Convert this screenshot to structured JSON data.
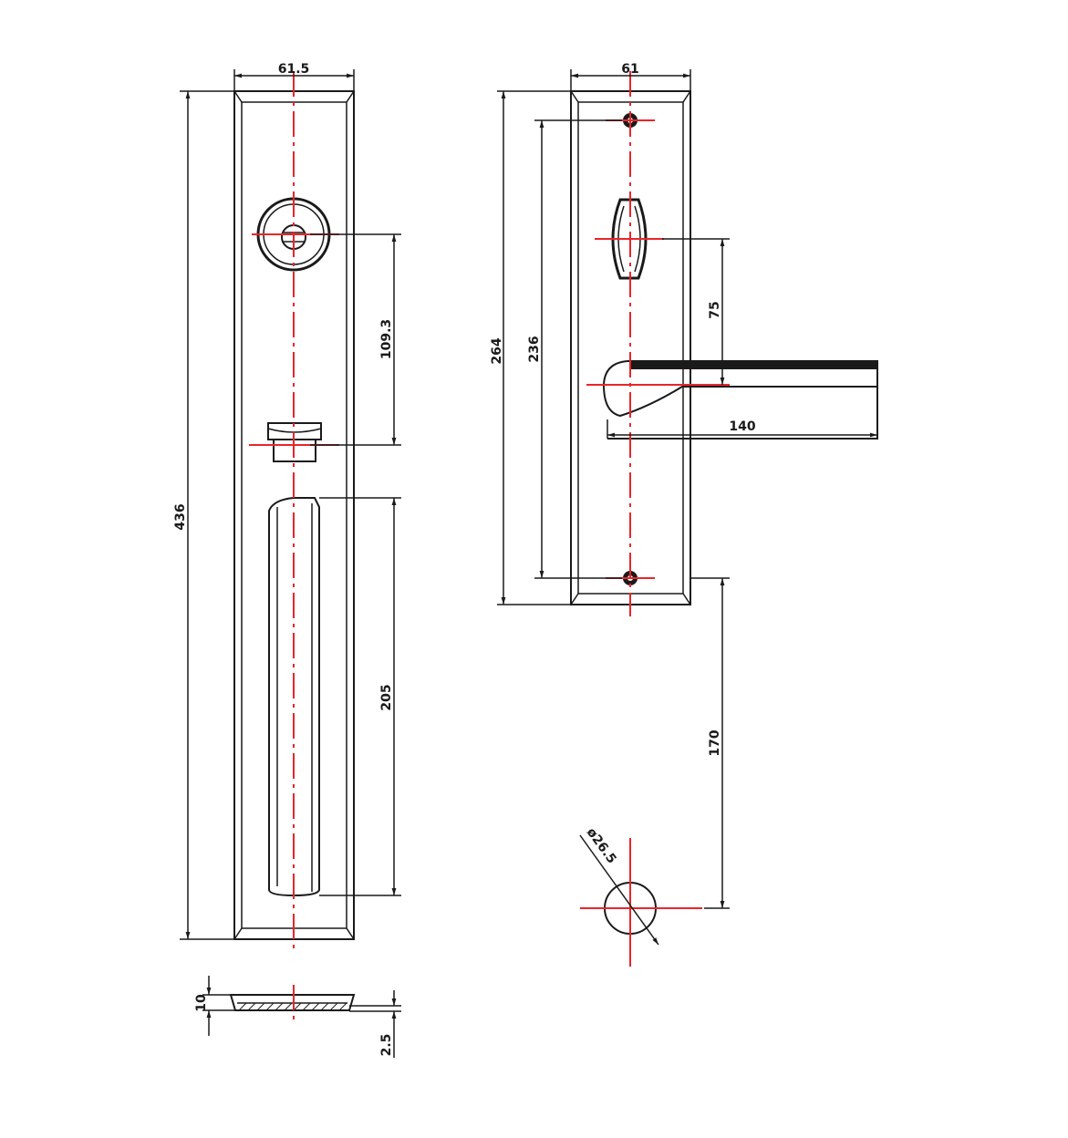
{
  "diagram": {
    "dimensions": {
      "front_width": "61.5",
      "front_height": "436",
      "cylinder_to_thumbturn": "109.3",
      "grip_length": "205",
      "thickness": "10",
      "base_thickness": "2.5",
      "inner_width": "61",
      "inner_height": "264",
      "screw_spacing": "236",
      "turn_to_lever": "75",
      "lever_length": "140",
      "lever_to_rose": "170",
      "rose_diameter": "ø26.5"
    },
    "colors": {
      "outline": "#1a1a1a",
      "centerline": "#e8262a"
    }
  }
}
